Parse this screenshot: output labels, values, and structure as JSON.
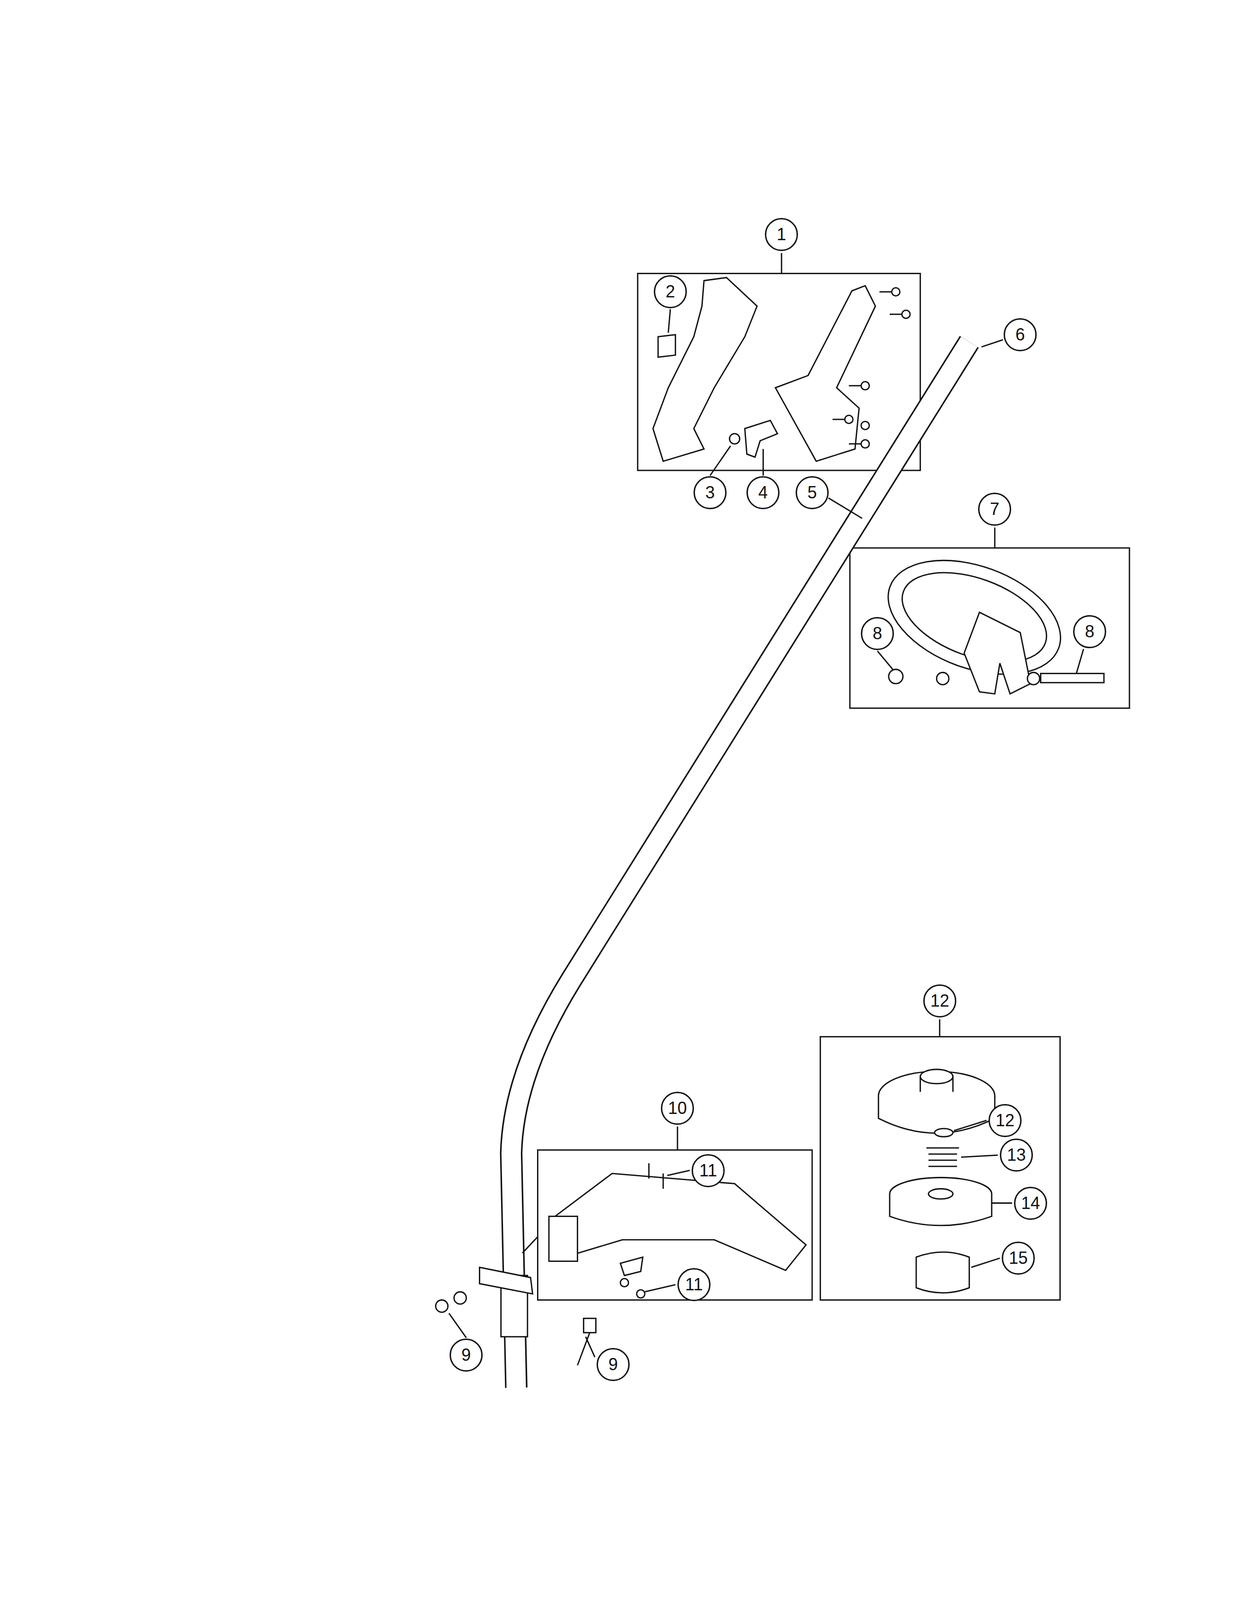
{
  "diagram": {
    "labels": [
      "1",
      "2",
      "6",
      "3",
      "4",
      "5",
      "7",
      "8",
      "8",
      "12",
      "12",
      "13",
      "10",
      "11",
      "14",
      "11",
      "15",
      "9",
      "9"
    ]
  }
}
